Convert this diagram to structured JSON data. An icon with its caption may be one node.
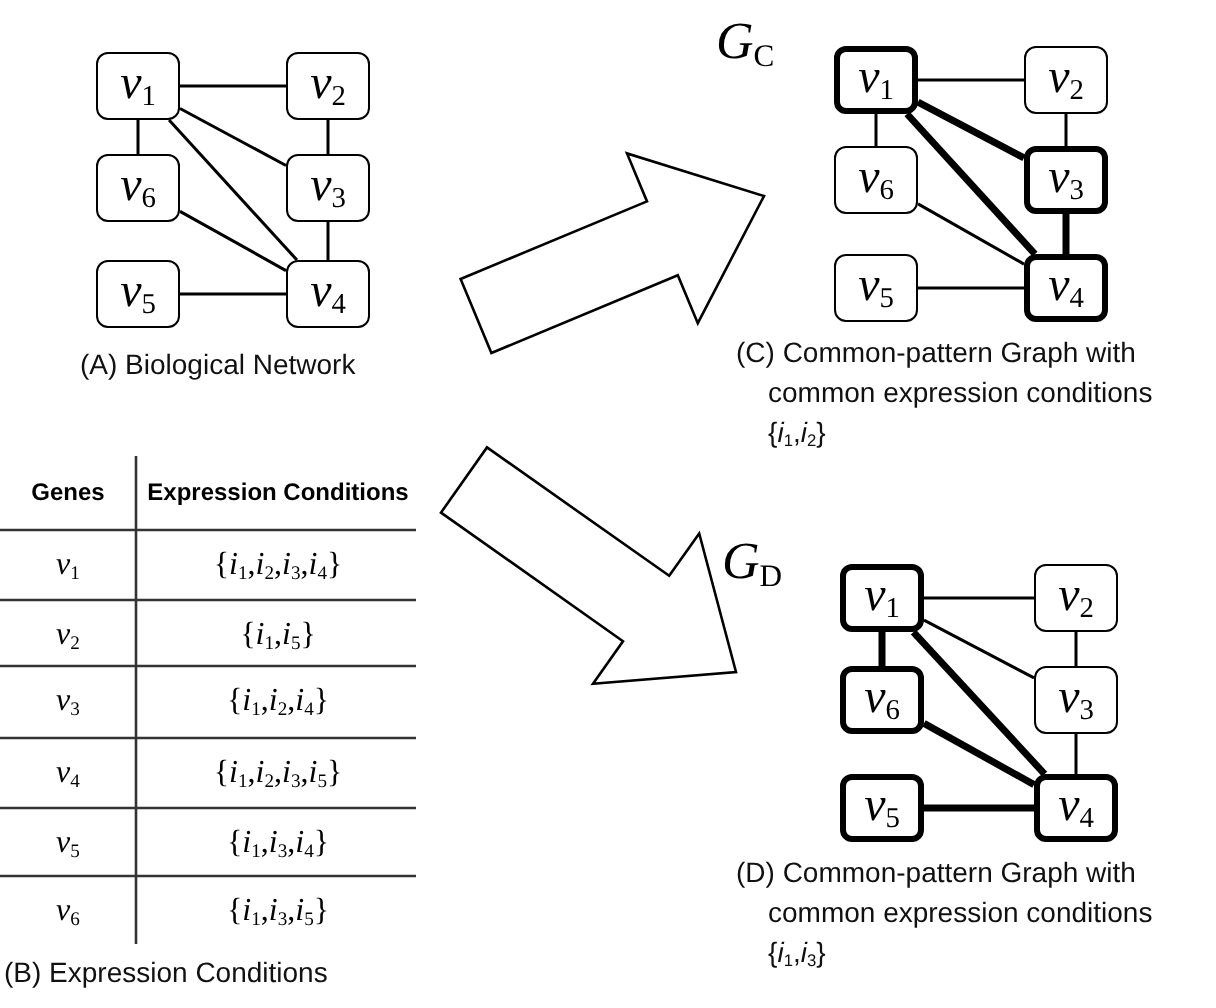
{
  "diagram": {
    "nodes": [
      {
        "text": [
          "*v*$_{1}$"
        ]
      },
      {
        "text": [
          "*v*$_{2}$"
        ]
      },
      {
        "text": [
          "*v*$_{6}$"
        ]
      },
      {
        "text": [
          "*v*$_{3}$"
        ]
      },
      {
        "text": [
          "*v*$_{5}$"
        ]
      },
      {
        "text": [
          "*v*$_{4}$"
        ]
      },
      {
        "text": [
          "*v*$_{1}$"
        ]
      },
      {
        "text": [
          "*v*$_{2}$"
        ]
      },
      {
        "text": [
          "*v*$_{6}$"
        ]
      },
      {
        "text": [
          "*v*$_{3}$"
        ]
      },
      {
        "text": [
          "*v*$_{5}$"
        ]
      },
      {
        "text": [
          "*v*$_{4}$"
        ]
      },
      {
        "text": [
          "*v*$_{1}$"
        ]
      },
      {
        "text": [
          "*v*$_{2}$"
        ]
      },
      {
        "text": [
          "*v*$_{6}$"
        ]
      },
      {
        "text": [
          "*v*$_{3}$"
        ]
      },
      {
        "text": [
          "*v*$_{5}$"
        ]
      },
      {
        "text": [
          "*v*$_{4}$"
        ]
      }
    ],
    "edges": [
      {
        "from": 0,
        "to": 1,
        "arrow": "none"
      },
      {
        "from": 0,
        "to": 2,
        "arrow": "none"
      },
      {
        "from": 0,
        "to": 3,
        "arrow": "none"
      },
      {
        "from": 0,
        "to": 5,
        "arrow": "none"
      },
      {
        "from": 1,
        "to": 3,
        "arrow": "none"
      },
      {
        "from": 2,
        "to": 5,
        "arrow": "none"
      },
      {
        "from": 3,
        "to": 5,
        "arrow": "none"
      },
      {
        "from": 4,
        "to": 5,
        "arrow": "none"
      },
      {
        "from": 6,
        "to": 7,
        "arrow": "none"
      },
      {
        "from": 6,
        "to": 8,
        "arrow": "none"
      },
      {
        "from": 6,
        "to": 9,
        "arrow": "none",
        "style": "thick"
      },
      {
        "from": 6,
        "to": 11,
        "arrow": "none",
        "style": "thick"
      },
      {
        "from": 7,
        "to": 9,
        "arrow": "none"
      },
      {
        "from": 8,
        "to": 11,
        "arrow": "none"
      },
      {
        "from": 9,
        "to": 11,
        "arrow": "none",
        "style": "thick"
      },
      {
        "from": 10,
        "to": 11,
        "arrow": "none"
      },
      {
        "from": 12,
        "to": 13,
        "arrow": "none"
      },
      {
        "from": 12,
        "to": 14,
        "arrow": "none",
        "style": "thick"
      },
      {
        "from": 12,
        "to": 15,
        "arrow": "none"
      },
      {
        "from": 12,
        "to": 17,
        "arrow": "none",
        "style": "thick"
      },
      {
        "from": 13,
        "to": 15,
        "arrow": "none"
      },
      {
        "from": 14,
        "to": 17,
        "arrow": "none",
        "style": "thick"
      },
      {
        "from": 15,
        "to": 17,
        "arrow": "none"
      },
      {
        "from": 16,
        "to": 17,
        "arrow": "none",
        "style": "thick"
      }
    ],
    "labels": [
      "(A) Biological Network",
      "*G*$_{C}$",
      "(C) Common-pattern Graph with common expression conditions {*i*$_{1}$,*i*$_{2}$}",
      "Genes",
      "Expression Conditions",
      "*v*$_{1}$",
      "{*i*$_{1}$,*i*$_{2}$,*i*$_{3}$,*i*$_{4}$}",
      "*v*$_{2}$",
      "{*i*$_{1}$,*i*$_{5}$}",
      "*v*$_{3}$",
      "{*i*$_{1}$,*i*$_{2}$,*i*$_{4}$}",
      "*v*$_{4}$",
      "{*i*$_{1}$,*i*$_{2}$,*i*$_{3}$,*i*$_{5}$}",
      "*v*$_{5}$",
      "{*i*$_{1}$,*i*$_{3}$,*i*$_{4}$}",
      "*v*$_{6}$",
      "{*i*$_{1}$,*i*$_{3}$,*i*$_{5}$}",
      "*G*$_{D}$",
      "(B) Expression Conditions",
      "(D) Common-pattern Graph with common expression conditions {*i*$_{1}$,*i*$_{3}$}"
    ]
  }
}
